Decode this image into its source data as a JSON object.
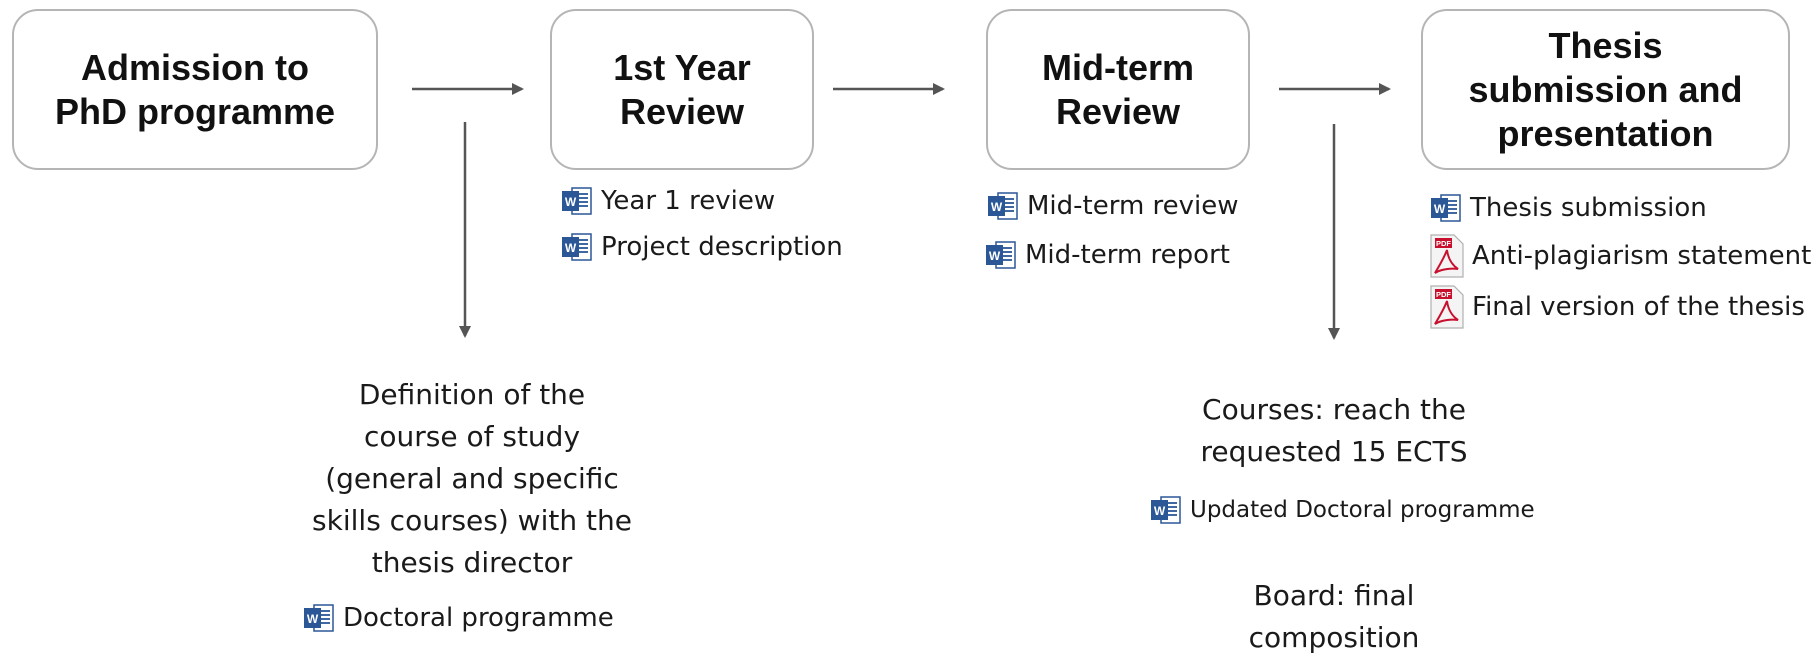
{
  "stages": [
    {
      "title": "Admission to\nPhD programme"
    },
    {
      "title": "1st Year\nReview"
    },
    {
      "title": "Mid-term\nReview"
    },
    {
      "title": "Thesis\nsubmission and\npresentation"
    }
  ],
  "documents": {
    "year1_review": {
      "icon": "word-icon",
      "label": "Year 1 review"
    },
    "project_description": {
      "icon": "word-icon",
      "label": "Project description"
    },
    "midterm_review": {
      "icon": "word-icon",
      "label": "Mid-term review"
    },
    "midterm_report": {
      "icon": "word-icon",
      "label": "Mid-term report"
    },
    "thesis_submission": {
      "icon": "word-icon",
      "label": "Thesis submission"
    },
    "anti_plagiarism": {
      "icon": "pdf-icon",
      "label": "Anti-plagiarism statement"
    },
    "final_version": {
      "icon": "pdf-icon",
      "label": "Final version of the thesis"
    },
    "doctoral_programme": {
      "icon": "word-icon",
      "label": "Doctoral programme"
    },
    "updated_doctoral_programme": {
      "icon": "word-icon",
      "label": "Updated Doctoral programme"
    }
  },
  "notes": {
    "course_definition": "Definition of the\ncourse of study\n(general and specific\nskills courses) with the\nthesis director",
    "courses_ects": "Courses: reach the\nrequested 15 ECTS",
    "board": "Board: final\ncomposition"
  },
  "colors": {
    "box_border": "#b5b5b5",
    "arrow": "#555555",
    "word_blue": "#2b5797",
    "pdf_red": "#c8102e"
  }
}
